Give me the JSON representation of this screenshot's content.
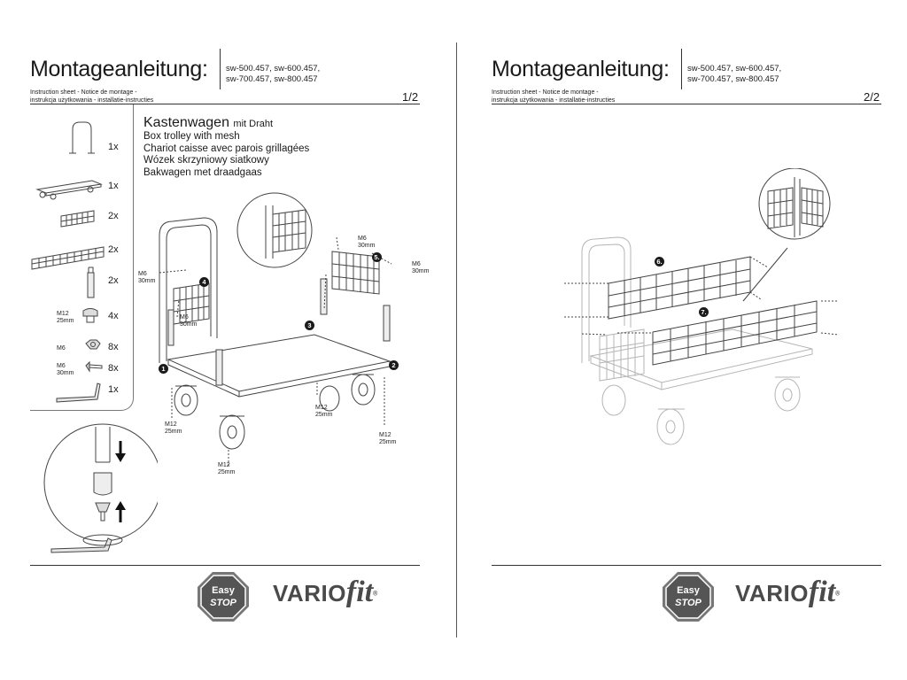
{
  "header": {
    "title": "Montageanleitung:",
    "models_line1": "sw-500.457, sw-600.457,",
    "models_line2": "sw-700.457, sw-800.457",
    "subtitle_line1": "Instruction sheet - Notice de montage  -",
    "subtitle_line2": "instrukcja użytkowania - installatie-instructies"
  },
  "pages": [
    {
      "page_number": "1/2"
    },
    {
      "page_number": "2/2"
    }
  ],
  "product": {
    "name": "Kastenwagen",
    "name_suffix": "mit Draht",
    "translations": [
      "Box trolley with mesh",
      "Chariot caisse avec parois grillagées",
      "Wózek skrzyniowy siatkowy",
      "Bakwagen met draadgaas"
    ]
  },
  "parts": [
    {
      "icon": "push-handle-icon",
      "label": "",
      "quantity": "1x"
    },
    {
      "icon": "platform-icon",
      "label": "",
      "quantity": "1x"
    },
    {
      "icon": "short-mesh-panel-icon",
      "label": "",
      "quantity": "2x"
    },
    {
      "icon": "long-mesh-panel-icon",
      "label": "",
      "quantity": "2x"
    },
    {
      "icon": "corner-post-icon",
      "label": "",
      "quantity": "2x"
    },
    {
      "icon": "bolt-m12-icon",
      "label_line1": "M12",
      "label_line2": "25mm",
      "quantity": "4x"
    },
    {
      "icon": "nut-icon",
      "label_line1": "M6",
      "label_line2": "",
      "quantity": "8x"
    },
    {
      "icon": "screw-m6-icon",
      "label_line1": "M6",
      "label_line2": "30mm",
      "quantity": "8x"
    },
    {
      "icon": "allen-key-icon",
      "label": "",
      "quantity": "1x"
    }
  ],
  "callouts_page1": {
    "m6_a": "M6",
    "m6_a_len": "30mm",
    "m6_b": "M6",
    "m6_b_len": "30mm",
    "m6_c": "M6",
    "m6_c_len": "30mm",
    "m6_d": "M6",
    "m6_d_len": "30mm",
    "m12_a": "M12",
    "m12_a_len": "25mm",
    "m12_b": "M12",
    "m12_b_len": "25mm",
    "m12_c": "M12",
    "m12_c_len": "25mm",
    "m12_d": "M12",
    "m12_d_len": "25mm",
    "steps": [
      "1",
      "2",
      "3",
      "4",
      "5."
    ]
  },
  "callouts_page2": {
    "steps": [
      "6.",
      "7."
    ]
  },
  "footer": {
    "badge_line1": "Easy",
    "badge_line2": "STOP",
    "brand_main": "VARIO",
    "brand_fit": "fit",
    "brand_reg": "®"
  },
  "colors": {
    "line": "#333333",
    "drawing": "#444444",
    "faded": "#b5b5b5",
    "badge": "#5a5a5a",
    "brand": "#4a4a4a"
  }
}
